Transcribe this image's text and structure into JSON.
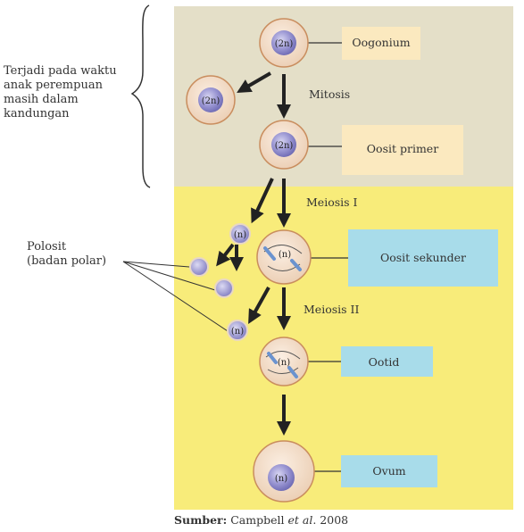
{
  "side_note": {
    "lines": [
      "Terjadi pada waktu",
      "anak perempuan",
      "masih dalam",
      "kandungan"
    ]
  },
  "polosit_label": {
    "lines": [
      "Polosit",
      "(badan polar)"
    ]
  },
  "stages": {
    "oogonium": {
      "label": "Oogonium",
      "ploidy": "(2n)"
    },
    "oosit_primer": {
      "label": "Oosit primer",
      "ploidy": "(2n)"
    },
    "oosit_sekunder": {
      "label": "Oosit sekunder",
      "ploidy": "(n)"
    },
    "ootid": {
      "label": "Ootid",
      "ploidy": "(n)"
    },
    "ovum": {
      "label": "Ovum",
      "ploidy": "(n)"
    }
  },
  "mitosis_side_cell": {
    "ploidy": "(2n)"
  },
  "polar_bodies": {
    "top": {
      "ploidy": "(n)"
    },
    "bottom": {
      "ploidy": "(n)"
    }
  },
  "processes": {
    "mitosis": "Mitosis",
    "meiosis1": "Meiosis I",
    "meiosis2": "Meiosis II"
  },
  "source": {
    "prefix": "Sumber:",
    "author": "Campbell ",
    "etal": "et al",
    "year": ". 2008"
  },
  "colors": {
    "mitosis_band": "#e4dfc8",
    "meiosis_band": "#f8ec7a",
    "label_box_beige": "#fbe9bf",
    "label_box_blue": "#a8dcea",
    "cell_fill": "#f2dcc8",
    "cell_border": "#c98d5e",
    "nucleus": "#8d89c8",
    "chromosome": "#6b93cf"
  }
}
